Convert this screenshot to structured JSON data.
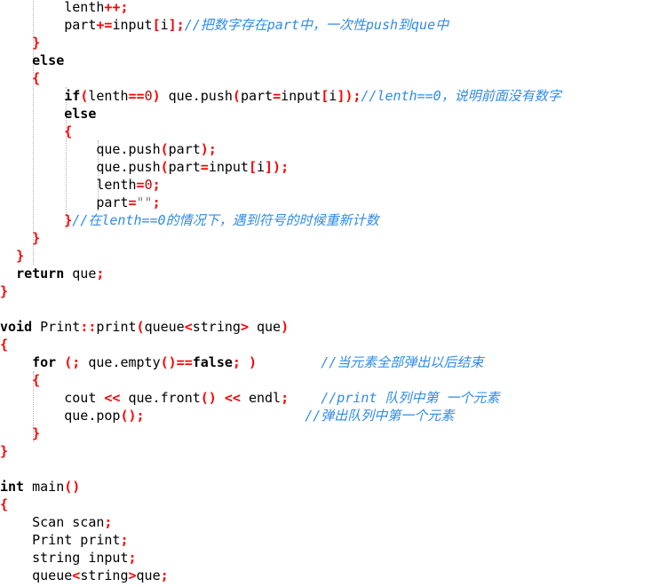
{
  "code_lines": [
    [
      [
        "p",
        "        lenth"
      ],
      [
        "o",
        "++;"
      ]
    ],
    [
      [
        "p",
        "        part"
      ],
      [
        "o",
        "+="
      ],
      [
        "p",
        "input"
      ],
      [
        "o",
        "["
      ],
      [
        "p",
        "i"
      ],
      [
        "o",
        "];"
      ],
      [
        "c",
        "//把数字存在part中，一次性push到que中"
      ]
    ],
    [
      [
        "p",
        "    "
      ],
      [
        "o",
        "}"
      ]
    ],
    [
      [
        "p",
        "    "
      ],
      [
        "k",
        "else"
      ]
    ],
    [
      [
        "p",
        "    "
      ],
      [
        "o",
        "{"
      ]
    ],
    [
      [
        "p",
        "        "
      ],
      [
        "k",
        "if"
      ],
      [
        "o",
        "("
      ],
      [
        "p",
        "lenth"
      ],
      [
        "o",
        "=="
      ],
      [
        "n",
        "0"
      ],
      [
        "o",
        ")"
      ],
      [
        "p",
        " que.push"
      ],
      [
        "o",
        "("
      ],
      [
        "p",
        "part"
      ],
      [
        "o",
        "="
      ],
      [
        "p",
        "input"
      ],
      [
        "o",
        "["
      ],
      [
        "p",
        "i"
      ],
      [
        "o",
        "]);"
      ],
      [
        "c",
        "//lenth==0，说明前面没有数字"
      ]
    ],
    [
      [
        "p",
        "        "
      ],
      [
        "k",
        "else"
      ]
    ],
    [
      [
        "p",
        "        "
      ],
      [
        "o",
        "{"
      ]
    ],
    [
      [
        "p",
        "            que.push"
      ],
      [
        "o",
        "("
      ],
      [
        "p",
        "part"
      ],
      [
        "o",
        ");"
      ]
    ],
    [
      [
        "p",
        "            que.push"
      ],
      [
        "o",
        "("
      ],
      [
        "p",
        "part"
      ],
      [
        "o",
        "="
      ],
      [
        "p",
        "input"
      ],
      [
        "o",
        "["
      ],
      [
        "p",
        "i"
      ],
      [
        "o",
        "]);"
      ]
    ],
    [
      [
        "p",
        "            lenth"
      ],
      [
        "o",
        "="
      ],
      [
        "n",
        "0"
      ],
      [
        "o",
        ";"
      ]
    ],
    [
      [
        "p",
        "            part"
      ],
      [
        "o",
        "="
      ],
      [
        "s",
        "\"\""
      ],
      [
        "o",
        ";"
      ]
    ],
    [
      [
        "p",
        "        "
      ],
      [
        "o",
        "}"
      ],
      [
        "c",
        "//在lenth==0的情况下，遇到符号的时候重新计数"
      ]
    ],
    [
      [
        "p",
        "    "
      ],
      [
        "o",
        "}"
      ]
    ],
    [
      [
        "p",
        "  "
      ],
      [
        "o",
        "}"
      ]
    ],
    [
      [
        "p",
        "  "
      ],
      [
        "k",
        "return"
      ],
      [
        "p",
        " que"
      ],
      [
        "o",
        ";"
      ]
    ],
    [
      [
        "o",
        "}"
      ]
    ],
    [],
    [
      [
        "k",
        "void"
      ],
      [
        "p",
        " Print"
      ],
      [
        "o",
        "::"
      ],
      [
        "p",
        "print"
      ],
      [
        "o",
        "("
      ],
      [
        "p",
        "queue"
      ],
      [
        "o",
        "<"
      ],
      [
        "p",
        "string"
      ],
      [
        "o",
        ">"
      ],
      [
        "p",
        " que"
      ],
      [
        "o",
        ")"
      ]
    ],
    [
      [
        "o",
        "{"
      ]
    ],
    [
      [
        "p",
        "    "
      ],
      [
        "k",
        "for"
      ],
      [
        "p",
        " "
      ],
      [
        "o",
        "(;"
      ],
      [
        "p",
        " que.empty"
      ],
      [
        "o",
        "()=="
      ],
      [
        "k",
        "false"
      ],
      [
        "o",
        ";"
      ],
      [
        "p",
        " "
      ],
      [
        "o",
        ")"
      ],
      [
        "p",
        "        "
      ],
      [
        "c",
        "//当元素全部弹出以后结束"
      ]
    ],
    [
      [
        "p",
        "    "
      ],
      [
        "o",
        "{"
      ]
    ],
    [
      [
        "p",
        "        cout "
      ],
      [
        "o",
        "<<"
      ],
      [
        "p",
        " que.front"
      ],
      [
        "o",
        "()"
      ],
      [
        "p",
        " "
      ],
      [
        "o",
        "<<"
      ],
      [
        "p",
        " endl"
      ],
      [
        "o",
        ";"
      ],
      [
        "p",
        "    "
      ],
      [
        "c",
        "//print 队列中第 一个元素"
      ]
    ],
    [
      [
        "p",
        "        que.pop"
      ],
      [
        "o",
        "();"
      ],
      [
        "p",
        "                    "
      ],
      [
        "c",
        "//弹出队列中第一个元素"
      ]
    ],
    [
      [
        "p",
        "    "
      ],
      [
        "o",
        "}"
      ]
    ],
    [
      [
        "o",
        "}"
      ]
    ],
    [],
    [
      [
        "k",
        "int"
      ],
      [
        "p",
        " main"
      ],
      [
        "o",
        "()"
      ]
    ],
    [
      [
        "o",
        "{"
      ]
    ],
    [
      [
        "p",
        "    Scan scan"
      ],
      [
        "o",
        ";"
      ]
    ],
    [
      [
        "p",
        "    Print print"
      ],
      [
        "o",
        ";"
      ]
    ],
    [
      [
        "p",
        "    string input"
      ],
      [
        "o",
        ";"
      ]
    ],
    [
      [
        "p",
        "    queue"
      ],
      [
        "o",
        "<"
      ],
      [
        "p",
        "string"
      ],
      [
        "o",
        ">"
      ],
      [
        "p",
        "que"
      ],
      [
        "o",
        ";"
      ]
    ]
  ],
  "colors": {
    "keyword": "#000000",
    "operator": "#ff0000",
    "number": "#c00000",
    "string": "#808080",
    "comment": "#2e8be6",
    "background": "#ffffff"
  }
}
